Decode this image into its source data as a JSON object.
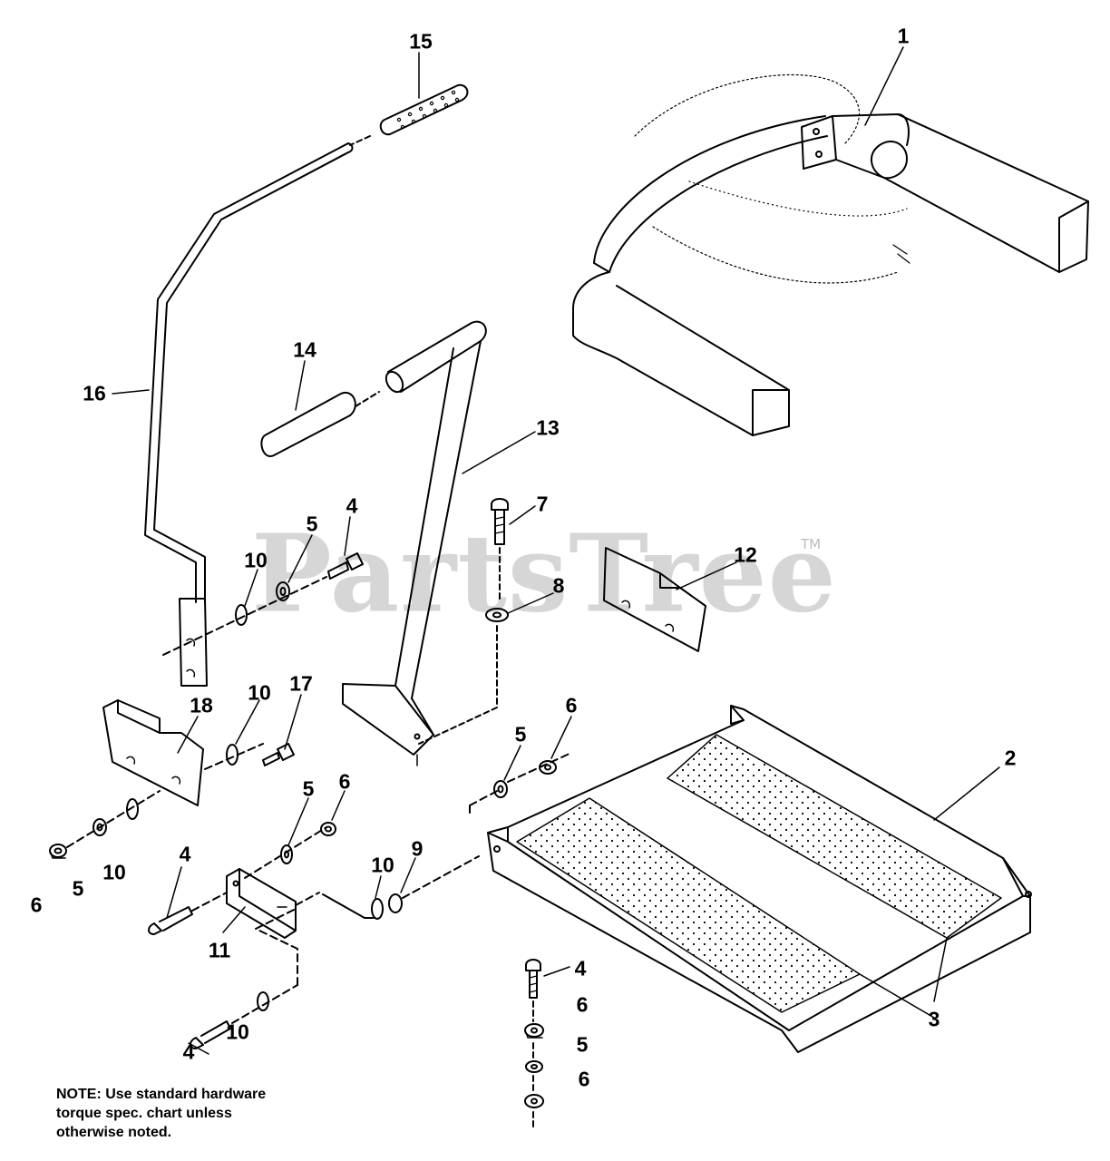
{
  "watermark": {
    "text": "PartsTree",
    "tm": "TM"
  },
  "callouts": [
    {
      "id": "c15",
      "label": "15"
    },
    {
      "id": "c1",
      "label": "1"
    },
    {
      "id": "c14",
      "label": "14"
    },
    {
      "id": "c16",
      "label": "16"
    },
    {
      "id": "c13",
      "label": "13"
    },
    {
      "id": "c7",
      "label": "7"
    },
    {
      "id": "c4a",
      "label": "4"
    },
    {
      "id": "c5a",
      "label": "5"
    },
    {
      "id": "c12",
      "label": "12"
    },
    {
      "id": "c10a",
      "label": "10"
    },
    {
      "id": "c8",
      "label": "8"
    },
    {
      "id": "c18",
      "label": "18"
    },
    {
      "id": "c10b",
      "label": "10"
    },
    {
      "id": "c17",
      "label": "17"
    },
    {
      "id": "c6a",
      "label": "6"
    },
    {
      "id": "c5b",
      "label": "5"
    },
    {
      "id": "c2",
      "label": "2"
    },
    {
      "id": "c5c",
      "label": "5"
    },
    {
      "id": "c6b",
      "label": "6"
    },
    {
      "id": "c10c",
      "label": "10"
    },
    {
      "id": "c6c",
      "label": "6"
    },
    {
      "id": "c5d",
      "label": "5"
    },
    {
      "id": "c4b",
      "label": "4"
    },
    {
      "id": "c10d",
      "label": "10"
    },
    {
      "id": "c9",
      "label": "9"
    },
    {
      "id": "c11",
      "label": "11"
    },
    {
      "id": "c3",
      "label": "3"
    },
    {
      "id": "c4c",
      "label": "4"
    },
    {
      "id": "c6d",
      "label": "6"
    },
    {
      "id": "c10e",
      "label": "10"
    },
    {
      "id": "c4d",
      "label": "4"
    },
    {
      "id": "c5e",
      "label": "5"
    },
    {
      "id": "c6e",
      "label": "6"
    }
  ],
  "note": {
    "line1": "NOTE: Use standard hardware",
    "line2": "torque spec. chart unless",
    "line3": "otherwise noted."
  }
}
